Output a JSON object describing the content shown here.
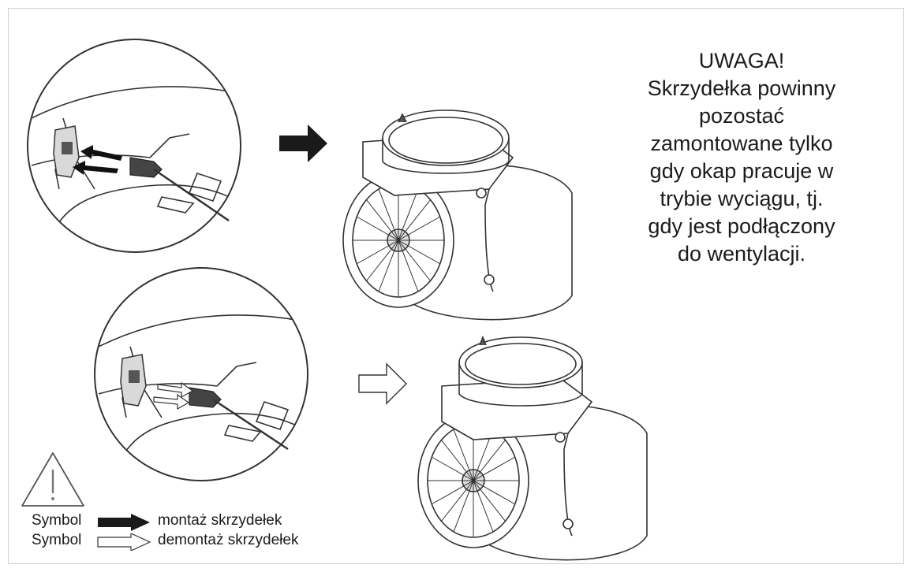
{
  "warning": {
    "lines": [
      "UWAGA!",
      "Skrzydełka powinny",
      "pozostać",
      "zamontowane tylko",
      "gdy okap pracuje w",
      "trybie wyciągu, tj.",
      "gdy jest podłączony",
      "do wentylacji."
    ]
  },
  "legend": {
    "rows": [
      {
        "word": "Symbol",
        "arrow": "filled-arrow-icon",
        "text": "montaż skrzydełek"
      },
      {
        "word": "Symbol",
        "arrow": "outline-arrow-icon",
        "text": "demontaż skrzydełek"
      }
    ]
  },
  "colors": {
    "ink": "#1b1b1b",
    "line": "#2a2a2a",
    "frame": "#cfcfcf"
  }
}
